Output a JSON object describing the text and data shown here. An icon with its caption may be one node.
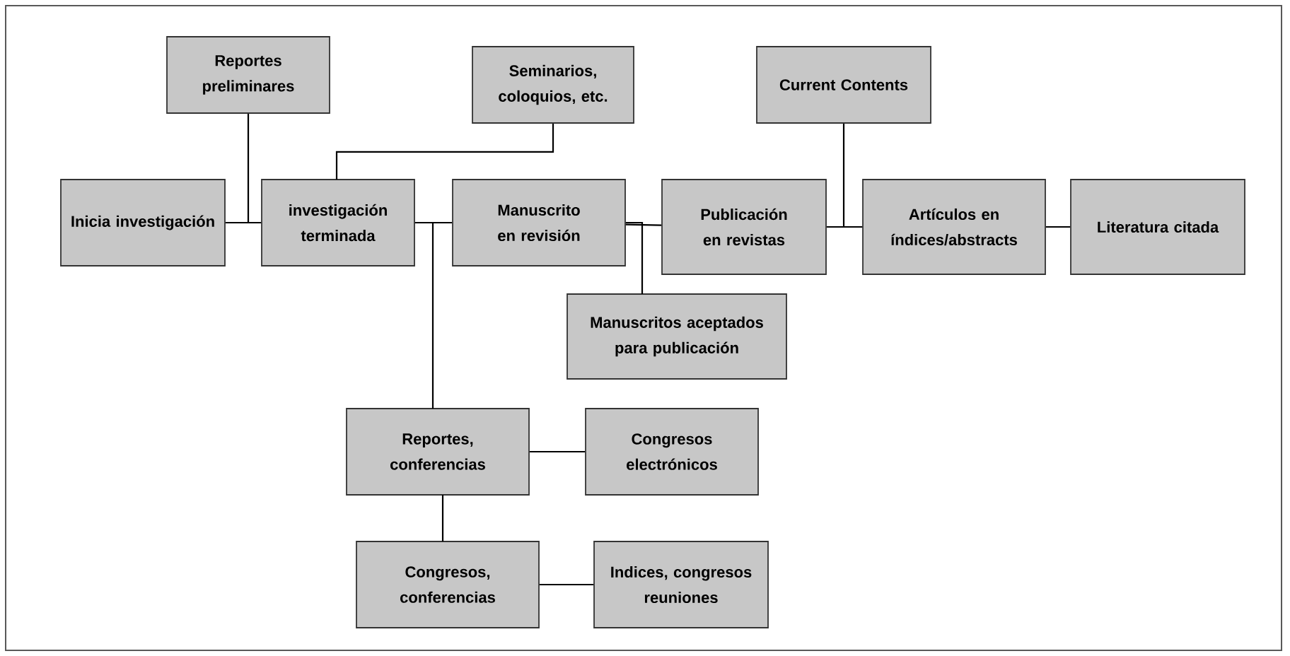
{
  "diagram": {
    "nodes": [
      {
        "text": [
          "Reportes preliminares"
        ]
      },
      {
        "text": [
          "Seminarios, coloquios, etc."
        ]
      },
      {
        "text": [
          "Current Contents"
        ]
      },
      {
        "text": [
          "Inicia investigación"
        ]
      },
      {
        "text": [
          "investigación terminada"
        ]
      },
      {
        "text": [
          "Manuscrito en revisión"
        ]
      },
      {
        "text": [
          "Publicación en revistas"
        ]
      },
      {
        "text": [
          "Artículos en índices/abstracts"
        ]
      },
      {
        "text": [
          "Literatura citada"
        ]
      },
      {
        "text": [
          "Manuscritos aceptados para publicación"
        ]
      },
      {
        "text": [
          "Reportes, conferencias"
        ]
      },
      {
        "text": [
          "Congresos electrónicos"
        ]
      },
      {
        "text": [
          "Congresos, conferencias"
        ]
      },
      {
        "text": [
          "Indices, congresos reuniones"
        ]
      }
    ],
    "edges": [
      {
        "from": 3,
        "to": 4,
        "arrow": "none"
      },
      {
        "from": 0,
        "to": 4,
        "arrow": "none"
      },
      {
        "from": 1,
        "to": 4,
        "arrow": "none"
      },
      {
        "from": 4,
        "to": 5,
        "arrow": "none"
      },
      {
        "from": 4,
        "to": 10,
        "arrow": "none"
      },
      {
        "from": 5,
        "to": 6,
        "arrow": "none"
      },
      {
        "from": 5,
        "to": 9,
        "arrow": "none"
      },
      {
        "from": 6,
        "to": 7,
        "arrow": "none"
      },
      {
        "from": 2,
        "to": 7,
        "arrow": "none"
      },
      {
        "from": 7,
        "to": 8,
        "arrow": "none"
      },
      {
        "from": 10,
        "to": 11,
        "arrow": "none"
      },
      {
        "from": 10,
        "to": 12,
        "arrow": "none"
      },
      {
        "from": 12,
        "to": 13,
        "arrow": "none"
      }
    ]
  }
}
